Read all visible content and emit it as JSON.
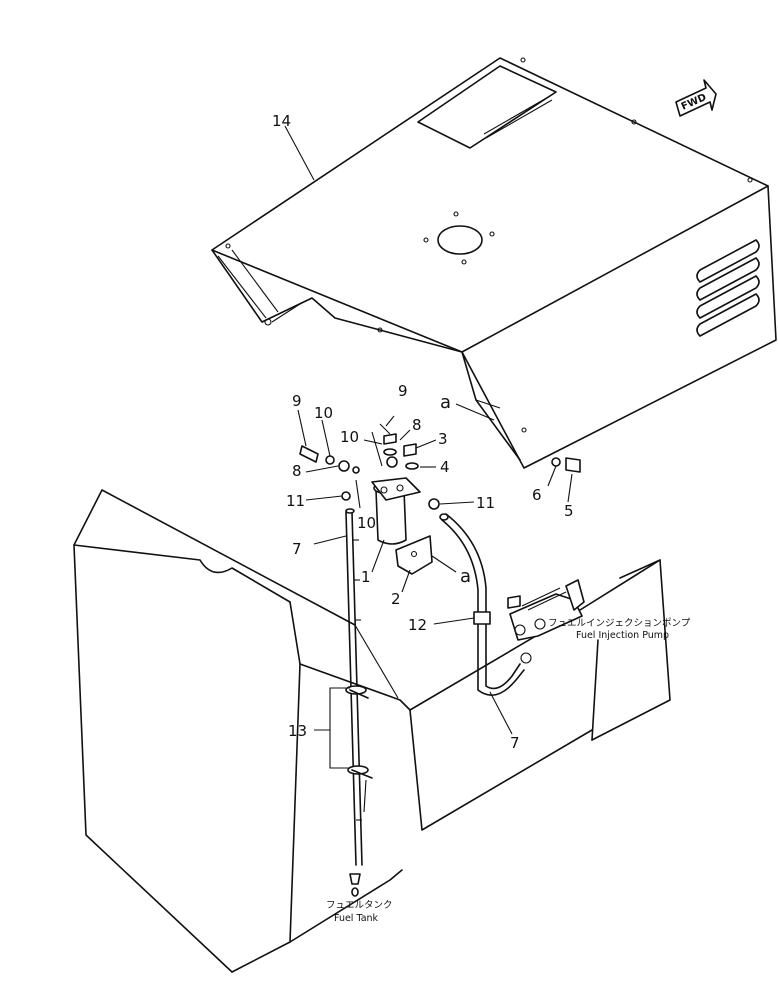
{
  "callouts": {
    "c14": "14",
    "c9a": "9",
    "c9b": "9",
    "c10a": "10",
    "c10b": "10",
    "c10c": "10",
    "c8a": "8",
    "c8b": "8",
    "c3": "3",
    "c4": "4",
    "c11a": "11",
    "c11b": "11",
    "c7a": "7",
    "c7b": "7",
    "c1": "1",
    "c2": "2",
    "c6": "6",
    "c5": "5",
    "c12": "12",
    "c13": "13",
    "ca1": "a",
    "ca2": "a"
  },
  "labels": {
    "fwd": "FWD",
    "pump_jp": "フュエルインジェクションポンプ",
    "pump_en": "Fuel Injection Pump",
    "tank_jp": "フュエルタンク",
    "tank_en": "Fuel Tank"
  }
}
